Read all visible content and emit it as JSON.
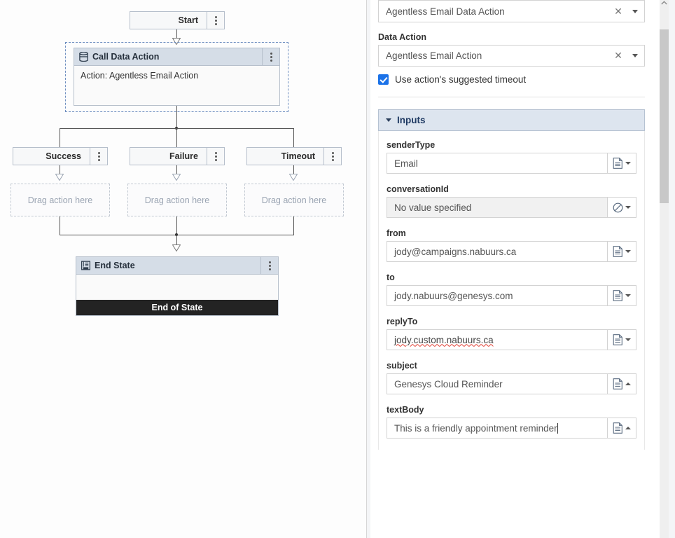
{
  "canvas": {
    "start_node": {
      "label": "Start",
      "menu_icon": "kebab-menu-icon"
    },
    "call_data_action": {
      "title": "Call Data Action",
      "icon": "database-icon",
      "body": "Action: Agentless Email Action",
      "menu_icon": "kebab-menu-icon"
    },
    "branches": [
      {
        "label": "Success",
        "placeholder": "Drag action here"
      },
      {
        "label": "Failure",
        "placeholder": "Drag action here"
      },
      {
        "label": "Timeout",
        "placeholder": "Drag action here"
      }
    ],
    "end_state": {
      "title": "End State",
      "icon": "end-state-icon",
      "footer": "End of State",
      "menu_icon": "kebab-menu-icon"
    }
  },
  "panel": {
    "category_select": {
      "value": "Agentless Email Data Action",
      "clear_icon": "close-icon",
      "caret_icon": "chevron-down-icon"
    },
    "data_action": {
      "label": "Data Action",
      "value": "Agentless Email Action",
      "clear_icon": "close-icon",
      "caret_icon": "chevron-down-icon"
    },
    "timeout_checkbox": {
      "label": "Use action's suggested timeout",
      "checked": true
    },
    "inputs_section": {
      "title": "Inputs",
      "caret_icon": "chevron-down-icon",
      "fields": [
        {
          "label": "senderType",
          "value": "Email",
          "readonly": false,
          "type_icon": "literal-document-icon",
          "caret": "down"
        },
        {
          "label": "conversationId",
          "value": "No value specified",
          "readonly": true,
          "type_icon": "no-value-icon",
          "caret": "down"
        },
        {
          "label": "from",
          "value": "jody@campaigns.nabuurs.ca",
          "readonly": false,
          "type_icon": "literal-document-icon",
          "caret": "down"
        },
        {
          "label": "to",
          "value": "jody.nabuurs@genesys.com",
          "readonly": false,
          "type_icon": "literal-document-icon",
          "caret": "down"
        },
        {
          "label": "replyTo",
          "value": "jody.custom.nabuurs.ca",
          "readonly": false,
          "type_icon": "literal-document-icon",
          "caret": "down",
          "spellcheck_error": true
        },
        {
          "label": "subject",
          "value": "Genesys Cloud Reminder",
          "readonly": false,
          "type_icon": "literal-document-icon",
          "caret": "up"
        },
        {
          "label": "textBody",
          "value": "This is a friendly appointment reminder",
          "readonly": false,
          "type_icon": "literal-document-icon",
          "caret": "up",
          "focused": true
        }
      ]
    },
    "scrollbar": {
      "name": "panel-scrollbar"
    }
  },
  "colors": {
    "node_header": "#d5dde7",
    "selection_dashed": "#6f8fc0",
    "checkbox_accent": "#1b72e8",
    "section_header_bg": "#dde5ef",
    "end_footer_bg": "#232323"
  }
}
